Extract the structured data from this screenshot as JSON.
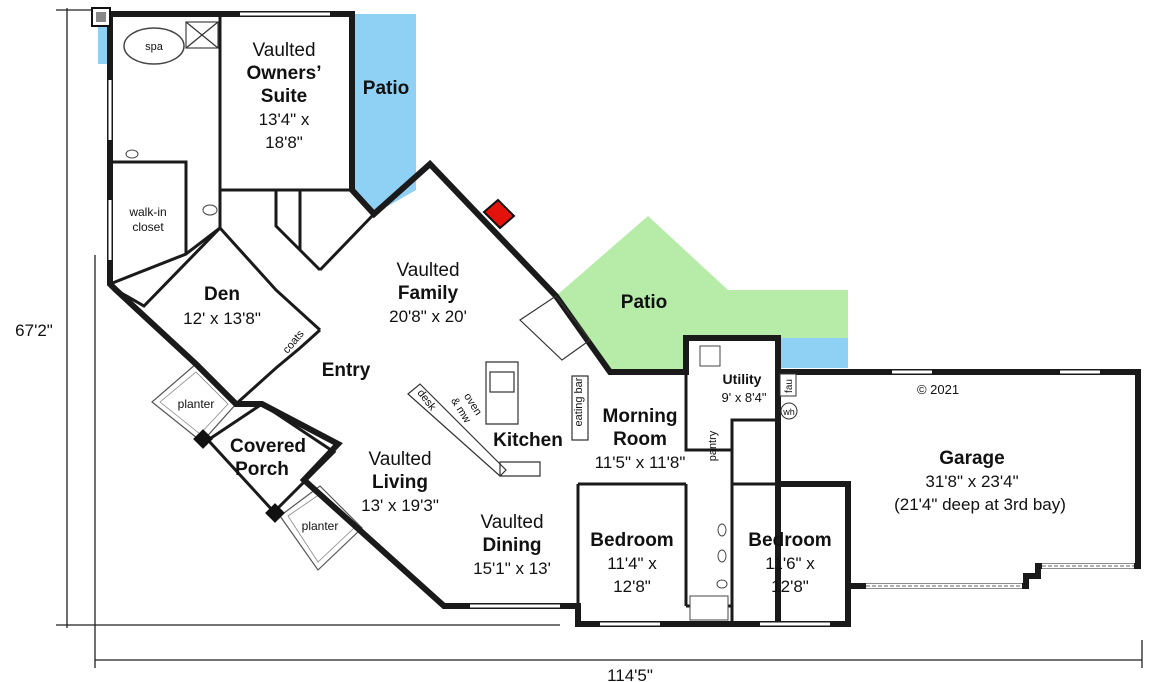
{
  "colors": {
    "floor": "#fbf3c6",
    "patio_blue": "#8fd0f5",
    "patio_green": "#b6eca8",
    "porch_blue": "#8fd0f5",
    "garage": "#ffffff",
    "fireplace": "#e3120b",
    "wall": "#1a1a1a"
  },
  "rooms": {
    "owners": {
      "l1": "Vaulted",
      "l2": "Owners’",
      "l3": "Suite",
      "l4": "13'4\" x",
      "l5": "18'8\""
    },
    "patio_top": {
      "l1": "Patio"
    },
    "spa": {
      "l1": "spa"
    },
    "walkin": {
      "l1": "walk-in",
      "l2": "closet"
    },
    "den": {
      "l1": "Den",
      "l2": "12' x 13'8\""
    },
    "coats": {
      "l1": "coats"
    },
    "family": {
      "l1": "Vaulted",
      "l2": "Family",
      "l3": "20'8\" x 20'"
    },
    "patio_mid": {
      "l1": "Patio"
    },
    "entry": {
      "l1": "Entry"
    },
    "planter_top": {
      "l1": "planter"
    },
    "porch": {
      "l1": "Covered",
      "l2": "Porch"
    },
    "planter_bottom": {
      "l1": "planter"
    },
    "living": {
      "l1": "Vaulted",
      "l2": "Living",
      "l3": "13' x 19'3\""
    },
    "kitchen": {
      "l1": "Kitchen",
      "desk": "desk",
      "oven1": "oven",
      "oven2": "& mw",
      "eating_bar": "eating bar"
    },
    "dining": {
      "l1": "Vaulted",
      "l2": "Dining",
      "l3": "15'1\" x 13'"
    },
    "morning": {
      "l1": "Morning",
      "l2": "Room",
      "l3": "11'5\" x 11'8\""
    },
    "utility": {
      "l1": "Utility",
      "l2": "9' x 8'4\""
    },
    "pantry": {
      "l1": "pantry"
    },
    "fau": {
      "l1": "fau"
    },
    "wh": {
      "l1": "wh"
    },
    "bedroom1": {
      "l1": "Bedroom",
      "l2": "11'4\" x",
      "l3": "12'8\""
    },
    "bedroom2": {
      "l1": "Bedroom",
      "l2": "11'6\" x",
      "l3": "12'8\""
    },
    "garage": {
      "l1": "Garage",
      "l2": "31'8\" x 23'4\"",
      "l3": "(21'4\" deep at 3rd bay)"
    }
  },
  "copyright": "© 2021",
  "dimensions": {
    "width": "114'5\"",
    "depth": "67'2\""
  }
}
